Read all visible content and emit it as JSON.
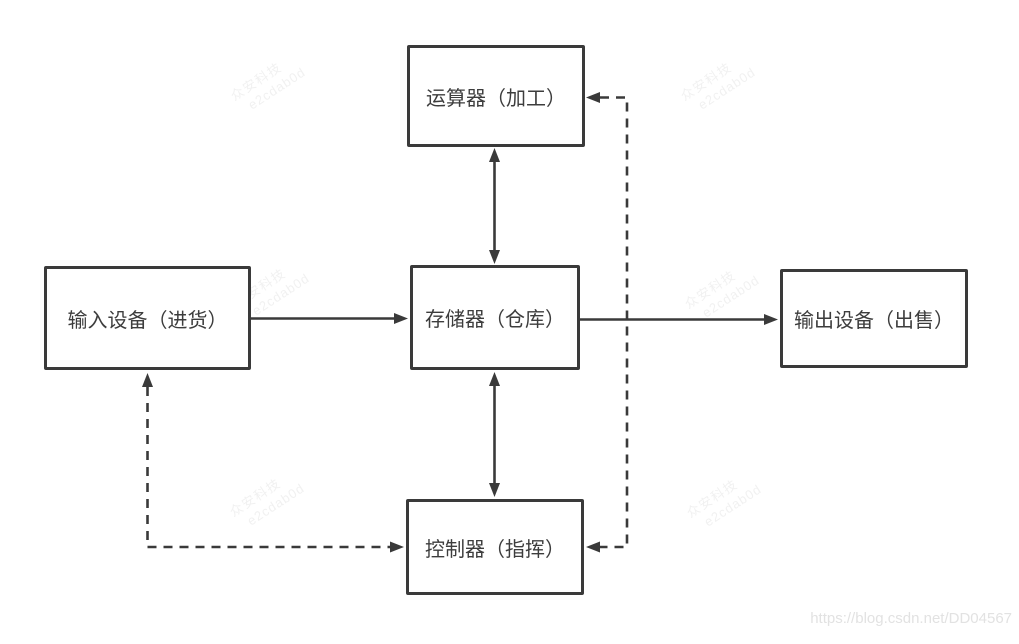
{
  "colors": {
    "line": "#3a3a3a",
    "text": "#3d3d3d",
    "background": "#ffffff",
    "watermark": "#f1f1f1",
    "url_watermark": "#e2e2e2"
  },
  "diagram": {
    "nodes": {
      "alu": {
        "label": "运算器（加工）"
      },
      "input": {
        "label": "输入设备（进货）"
      },
      "memory": {
        "label": "存储器（仓库）"
      },
      "output": {
        "label": "输出设备（出售）"
      },
      "control": {
        "label": "控制器（指挥）"
      }
    },
    "edges": [
      {
        "from": "input",
        "to": "memory",
        "style": "solid",
        "arrows": "to"
      },
      {
        "from": "memory",
        "to": "output",
        "style": "solid",
        "arrows": "to"
      },
      {
        "from": "alu",
        "to": "memory",
        "style": "solid",
        "arrows": "both"
      },
      {
        "from": "memory",
        "to": "control",
        "style": "solid",
        "arrows": "both"
      },
      {
        "from": "control",
        "to": "alu",
        "style": "dashed",
        "arrows": "both"
      },
      {
        "from": "control",
        "to": "input",
        "style": "dashed",
        "arrows": "both"
      }
    ]
  },
  "watermark": {
    "line1": "众安科技",
    "line2": "e2cdab0d",
    "url": "https://blog.csdn.net/DD04567"
  }
}
